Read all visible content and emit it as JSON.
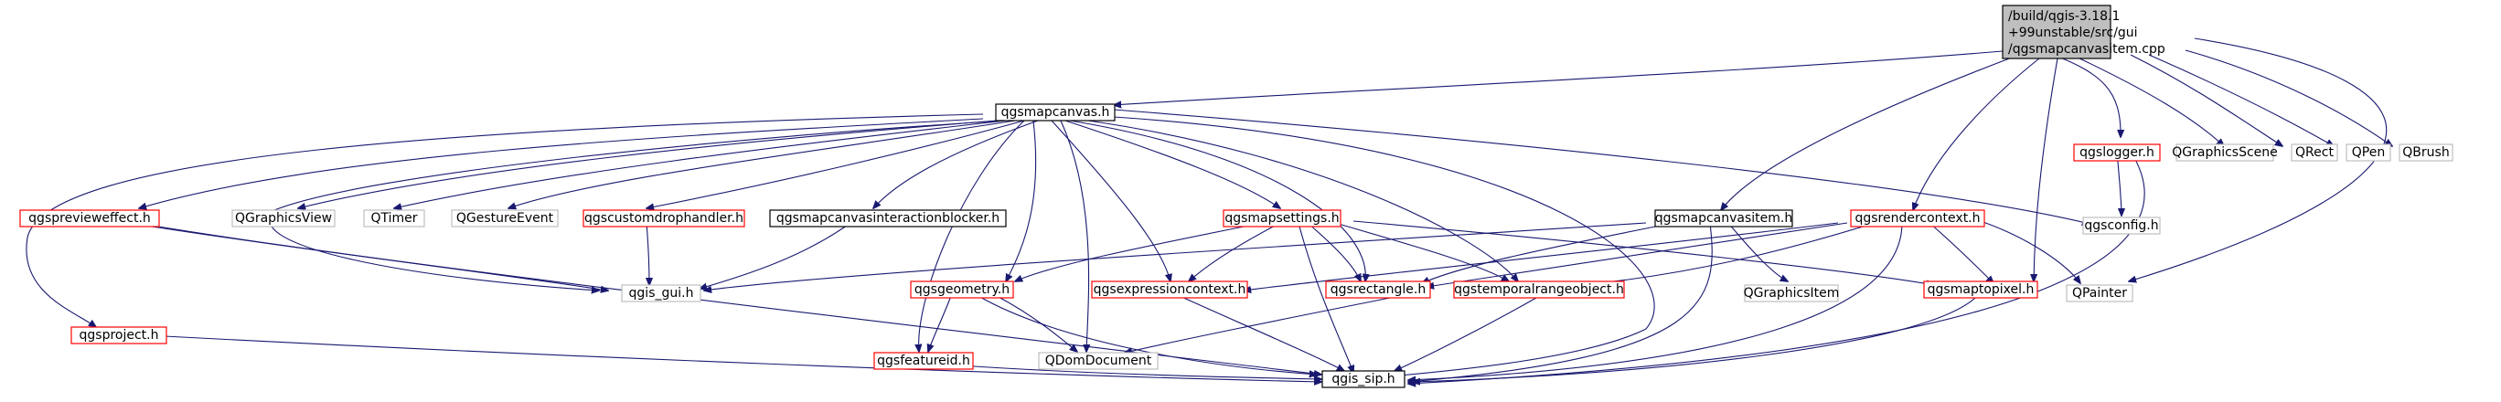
{
  "colors": {
    "root_fill": "#bfbfbf",
    "root_border": "#000000",
    "black_border": "#000000",
    "red_border": "#ff0000",
    "gray_border": "#bfbfbf",
    "edge": "#191970",
    "text": "#000000"
  },
  "nodes": [
    {
      "id": "root",
      "lines": [
        "/build/qgis-3.18.1",
        "+99unstable/src/gui",
        "/qgsmapcanvasitem.cpp"
      ],
      "style": "root"
    },
    {
      "id": "mapcanvas",
      "lines": [
        "qgsmapcanvas.h"
      ],
      "style": "black"
    },
    {
      "id": "logger",
      "lines": [
        "qgslogger.h"
      ],
      "style": "red"
    },
    {
      "id": "gscene",
      "lines": [
        "QGraphicsScene"
      ],
      "style": "gray"
    },
    {
      "id": "qrect",
      "lines": [
        "QRect"
      ],
      "style": "gray"
    },
    {
      "id": "qpen",
      "lines": [
        "QPen"
      ],
      "style": "gray"
    },
    {
      "id": "qbrush",
      "lines": [
        "QBrush"
      ],
      "style": "gray"
    },
    {
      "id": "preview",
      "lines": [
        "qgspreviewеffect.h"
      ],
      "style": "red"
    },
    {
      "id": "gview",
      "lines": [
        "QGraphicsView"
      ],
      "style": "gray"
    },
    {
      "id": "qtimer",
      "lines": [
        "QTimer"
      ],
      "style": "gray"
    },
    {
      "id": "gesture",
      "lines": [
        "QGestureEvent"
      ],
      "style": "gray"
    },
    {
      "id": "customdrop",
      "lines": [
        "qgscustomdrophandler.h"
      ],
      "style": "red"
    },
    {
      "id": "blocker",
      "lines": [
        "qgsmapcanvasinteractionblocker.h"
      ],
      "style": "black"
    },
    {
      "id": "mapsettings",
      "lines": [
        "qgsmapsettings.h"
      ],
      "style": "red"
    },
    {
      "id": "mapcanvasitem",
      "lines": [
        "qgsmapcanvasitem.h"
      ],
      "style": "black"
    },
    {
      "id": "rendercontext",
      "lines": [
        "qgsrendercontext.h"
      ],
      "style": "red"
    },
    {
      "id": "qgsconfig",
      "lines": [
        "qgsconfig.h"
      ],
      "style": "gray"
    },
    {
      "id": "qgisgui",
      "lines": [
        "qgis_gui.h"
      ],
      "style": "gray"
    },
    {
      "id": "geometry",
      "lines": [
        "qgsgeometry.h"
      ],
      "style": "red"
    },
    {
      "id": "exprctx",
      "lines": [
        "qgsexpressioncontext.h"
      ],
      "style": "red"
    },
    {
      "id": "rectangle",
      "lines": [
        "qgsrectangle.h"
      ],
      "style": "red"
    },
    {
      "id": "temporal",
      "lines": [
        "qgstemporalrangeobject.h"
      ],
      "style": "red"
    },
    {
      "id": "gitem",
      "lines": [
        "QGraphicsItem"
      ],
      "style": "gray"
    },
    {
      "id": "maptopixel",
      "lines": [
        "qgsmaptopixel.h"
      ],
      "style": "red"
    },
    {
      "id": "qpainter",
      "lines": [
        "QPainter"
      ],
      "style": "gray"
    },
    {
      "id": "project",
      "lines": [
        "qgsproject.h"
      ],
      "style": "red"
    },
    {
      "id": "featureid",
      "lines": [
        "qgsfeatureid.h"
      ],
      "style": "red"
    },
    {
      "id": "domdoc",
      "lines": [
        "QDomDocument"
      ],
      "style": "gray"
    },
    {
      "id": "qgissip",
      "lines": [
        "qgis_sip.h"
      ],
      "style": "black"
    }
  ]
}
